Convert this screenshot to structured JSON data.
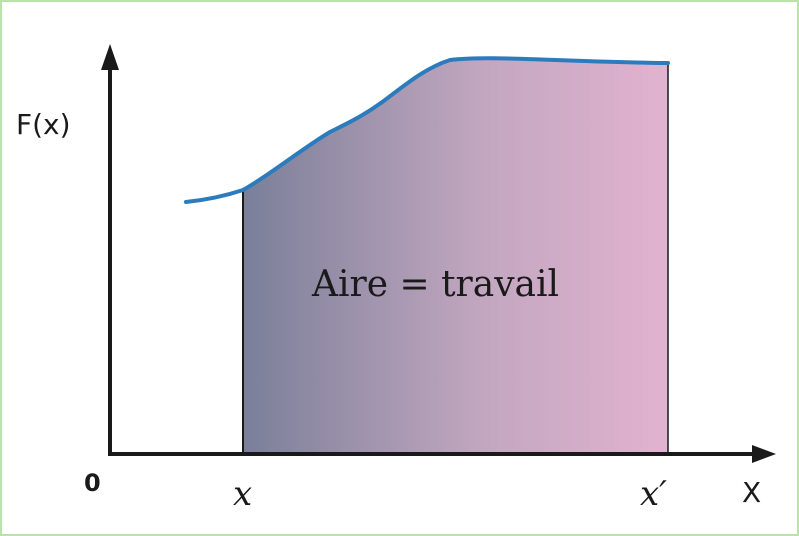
{
  "diagram": {
    "ylabel": "F(x)",
    "xlabel": "X",
    "origin_label": "0",
    "x_start_label": "x",
    "x_end_label": "x′",
    "area_label": "Aire = travail",
    "colors": {
      "curve": "#2b7bbd",
      "axes": "#1a1a1a",
      "area_gradient_start": "#7a7f99",
      "area_gradient_end": "#e2b3d0",
      "border": "#b9e3a8"
    }
  }
}
